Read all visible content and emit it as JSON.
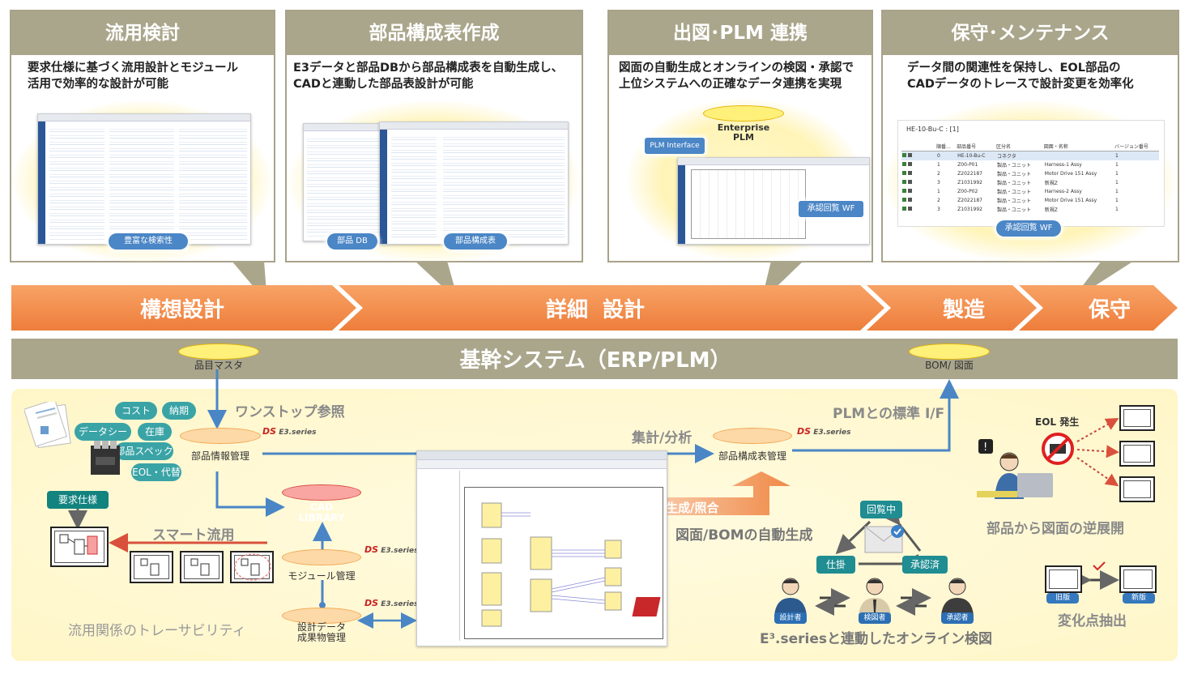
{
  "panels": [
    {
      "title": "流用検討",
      "desc_line1": "要求仕様に基づく流用設計とモジュール",
      "desc_line2": "活用で効率的な設計が可能",
      "tags": [
        "豊富な検索性"
      ]
    },
    {
      "title": "部品構成表作成",
      "desc_line1": "E3データと部品DBから部品構成表を自動生成し、",
      "desc_line2": "CADと連動した部品表設計が可能",
      "tags": [
        "部品 DB",
        "部品構成表"
      ]
    },
    {
      "title": "出図･PLM 連携",
      "desc_line1": "図面の自動生成とオンラインの検図・承認で",
      "desc_line2": "上位システムへの正確なデータ連携を実現",
      "tags": [
        "PLM Interface",
        "承認回覧 WF"
      ],
      "db_line1": "Enterprise",
      "db_line2": "PLM"
    },
    {
      "title": "保守･メンテナンス",
      "desc_line1": "データ間の関連性を保持し、EOL部品の",
      "desc_line2": "CADデータのトレースで設計変更を効率化",
      "tags": [
        "承認回覧 WF"
      ],
      "table": {
        "title": "HE-10-Bu-C : [1]",
        "headers": [
          "順番...",
          "部品番号",
          "区分名",
          "図面・名称",
          "バージョン番号"
        ],
        "rows": [
          [
            "0",
            "HE-10-Bu-C",
            "コネクタ",
            "",
            "1"
          ],
          [
            "1",
            "Z00-P01",
            "製品・ユニット",
            "Harness-1 Assy",
            "1"
          ],
          [
            "2",
            "Z2022187",
            "製品・ユニット",
            "Motor Drive 151 Assy",
            "1"
          ],
          [
            "3",
            "Z1031992",
            "製品・ユニット",
            "新規Z",
            "1"
          ],
          [
            "1",
            "Z00-P02",
            "製品・ユニット",
            "Harness-2 Assy",
            "1"
          ],
          [
            "2",
            "Z2022187",
            "製品・ユニット",
            "Motor Drive 151 Assy",
            "1"
          ],
          [
            "3",
            "Z1031992",
            "製品・ユニット",
            "新規Z",
            "1"
          ]
        ]
      }
    }
  ],
  "phases": {
    "p1": "構想設計",
    "p2": "詳細  設計",
    "p3": "製造",
    "p4": "保守"
  },
  "core": {
    "title": "基幹システム（ERP/PLM）",
    "db_left": "品目マスタ",
    "db_right": "BOM/ 図面"
  },
  "flow": {
    "one_stop": "ワンストップ参照",
    "plm_if": "PLMとの標準 I/F",
    "agg": "集計/分析",
    "gen": "生成/照合",
    "auto_gen": "図面/BOMの自動生成",
    "smart": "スマート流用",
    "trace": "流用関係のトレーサビリティ",
    "reverse": "部品から図面の逆展開",
    "change": "変化点抽出",
    "req": "要求仕様",
    "eol": "EOL 発生",
    "old": "旧版",
    "new": "新版"
  },
  "tags": [
    "コスト",
    "納期",
    "データシート",
    "在庫",
    "部品スペック",
    "EOL・代替"
  ],
  "dbs": {
    "parts": "部品情報管理",
    "bom": "部品構成表管理",
    "cad1": "CAD",
    "cad2": "LIBRARY",
    "module": "モジュール管理",
    "design1": "設計データ",
    "design2": "成果物管理"
  },
  "ds_brand": "E3.series",
  "review": {
    "in_review": "回覧中",
    "working": "仕掛",
    "approved": "承認済",
    "designer": "設計者",
    "checker": "検図者",
    "approver": "承認者",
    "caption": "E³.seriesと連動したオンライン検図"
  },
  "colors": {
    "phase": "#f08c4f",
    "core": "#aaa68c",
    "db_orange": "#f3a552",
    "db_yellow": "#f6c100",
    "arrow_blue": "#4a86c5"
  }
}
